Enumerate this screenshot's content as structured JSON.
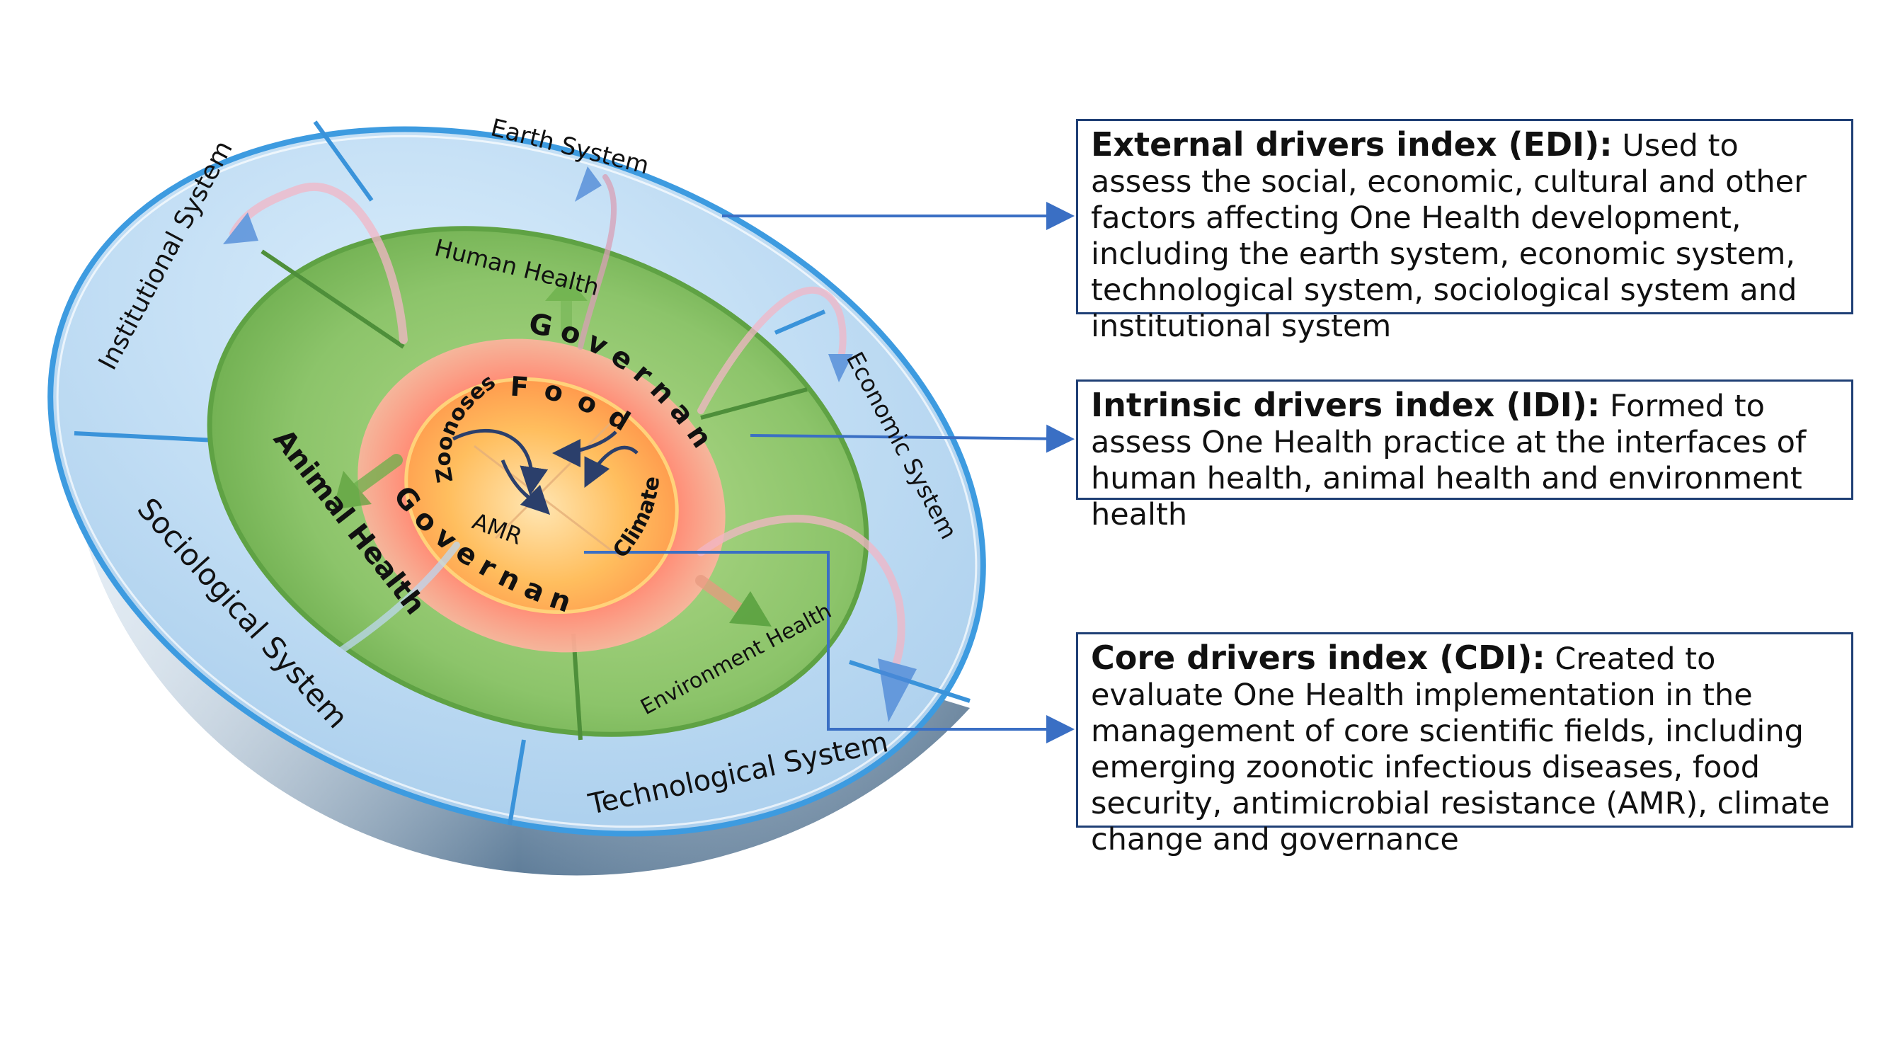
{
  "outer_ring": {
    "labels": {
      "earth": "Earth System",
      "economic": "Economic System",
      "technological": "Technological System",
      "sociological": "Sociological System",
      "institutional": "Institutional System"
    }
  },
  "middle_ring": {
    "labels": {
      "human": "Human Health",
      "animal": "Animal Health",
      "environment": "Environment Health"
    }
  },
  "core": {
    "governance_top": "Governance",
    "governance_bottom": "Governance",
    "food": "Food",
    "zoonoses": "Zoonoses",
    "amr": "AMR",
    "climate": "Climate"
  },
  "boxes": {
    "edi": {
      "title": "External drivers index (EDI):",
      "body": " Used to assess the social, economic, cultural and other factors affecting One Health development, including the earth system, economic system, technological system, sociological system and institutional system"
    },
    "idi": {
      "title": "Intrinsic drivers index (IDI):",
      "body": " Formed to assess One Health practice at the interfaces of human health, animal health and environment health"
    },
    "cdi": {
      "title": "Core drivers index (CDI):",
      "body": " Created to evaluate One Health implementation in the management of core scientific fields, including emerging zoonotic infectious diseases, food security, antimicrobial resistance (AMR), climate change and governance"
    }
  },
  "colors": {
    "outer_ring": "#bcdcf4",
    "outer_border": "#3d9be0",
    "middle_ring": "#8cc46a",
    "core_glow": "#ff8c7a",
    "core_center": "#ffb347",
    "connector": "#3a6fc4",
    "box_border": "#1f3f75"
  }
}
